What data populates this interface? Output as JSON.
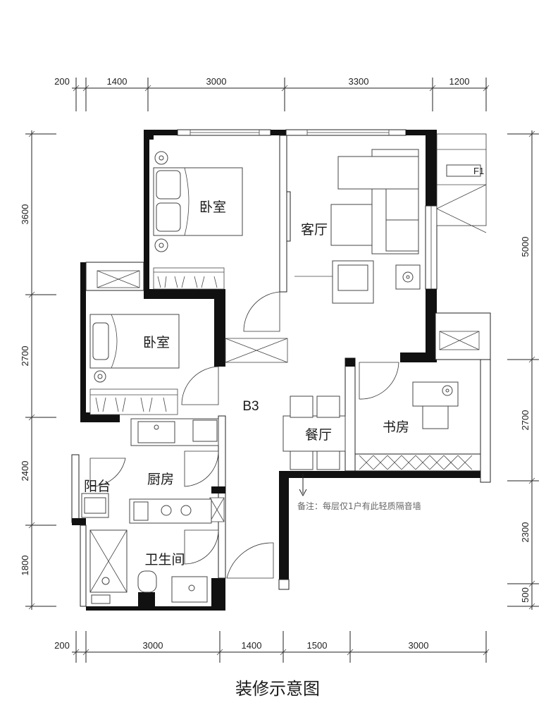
{
  "title": "装修示意图",
  "unit_label": "B3",
  "note": "备注：每层仅1户有此轻质隔音墙",
  "dimensions": {
    "top": [
      "200",
      "1400",
      "3000",
      "3300",
      "1200"
    ],
    "bottom": [
      "200",
      "3000",
      "1400",
      "1500",
      "3000"
    ],
    "left": [
      "3600",
      "2700",
      "2400",
      "1800"
    ],
    "right": [
      "5000",
      "2700",
      "2300",
      "500"
    ]
  },
  "rooms": {
    "bedroom_main": "卧室",
    "bedroom_second": "卧室",
    "living": "客厅",
    "dining": "餐厅",
    "study": "书房",
    "kitchen": "厨房",
    "balcony": "阳台",
    "bathroom": "卫生间"
  },
  "fixtures": {
    "elevator_label": "F1"
  },
  "colors": {
    "wall": "#111111",
    "line": "#222222"
  }
}
